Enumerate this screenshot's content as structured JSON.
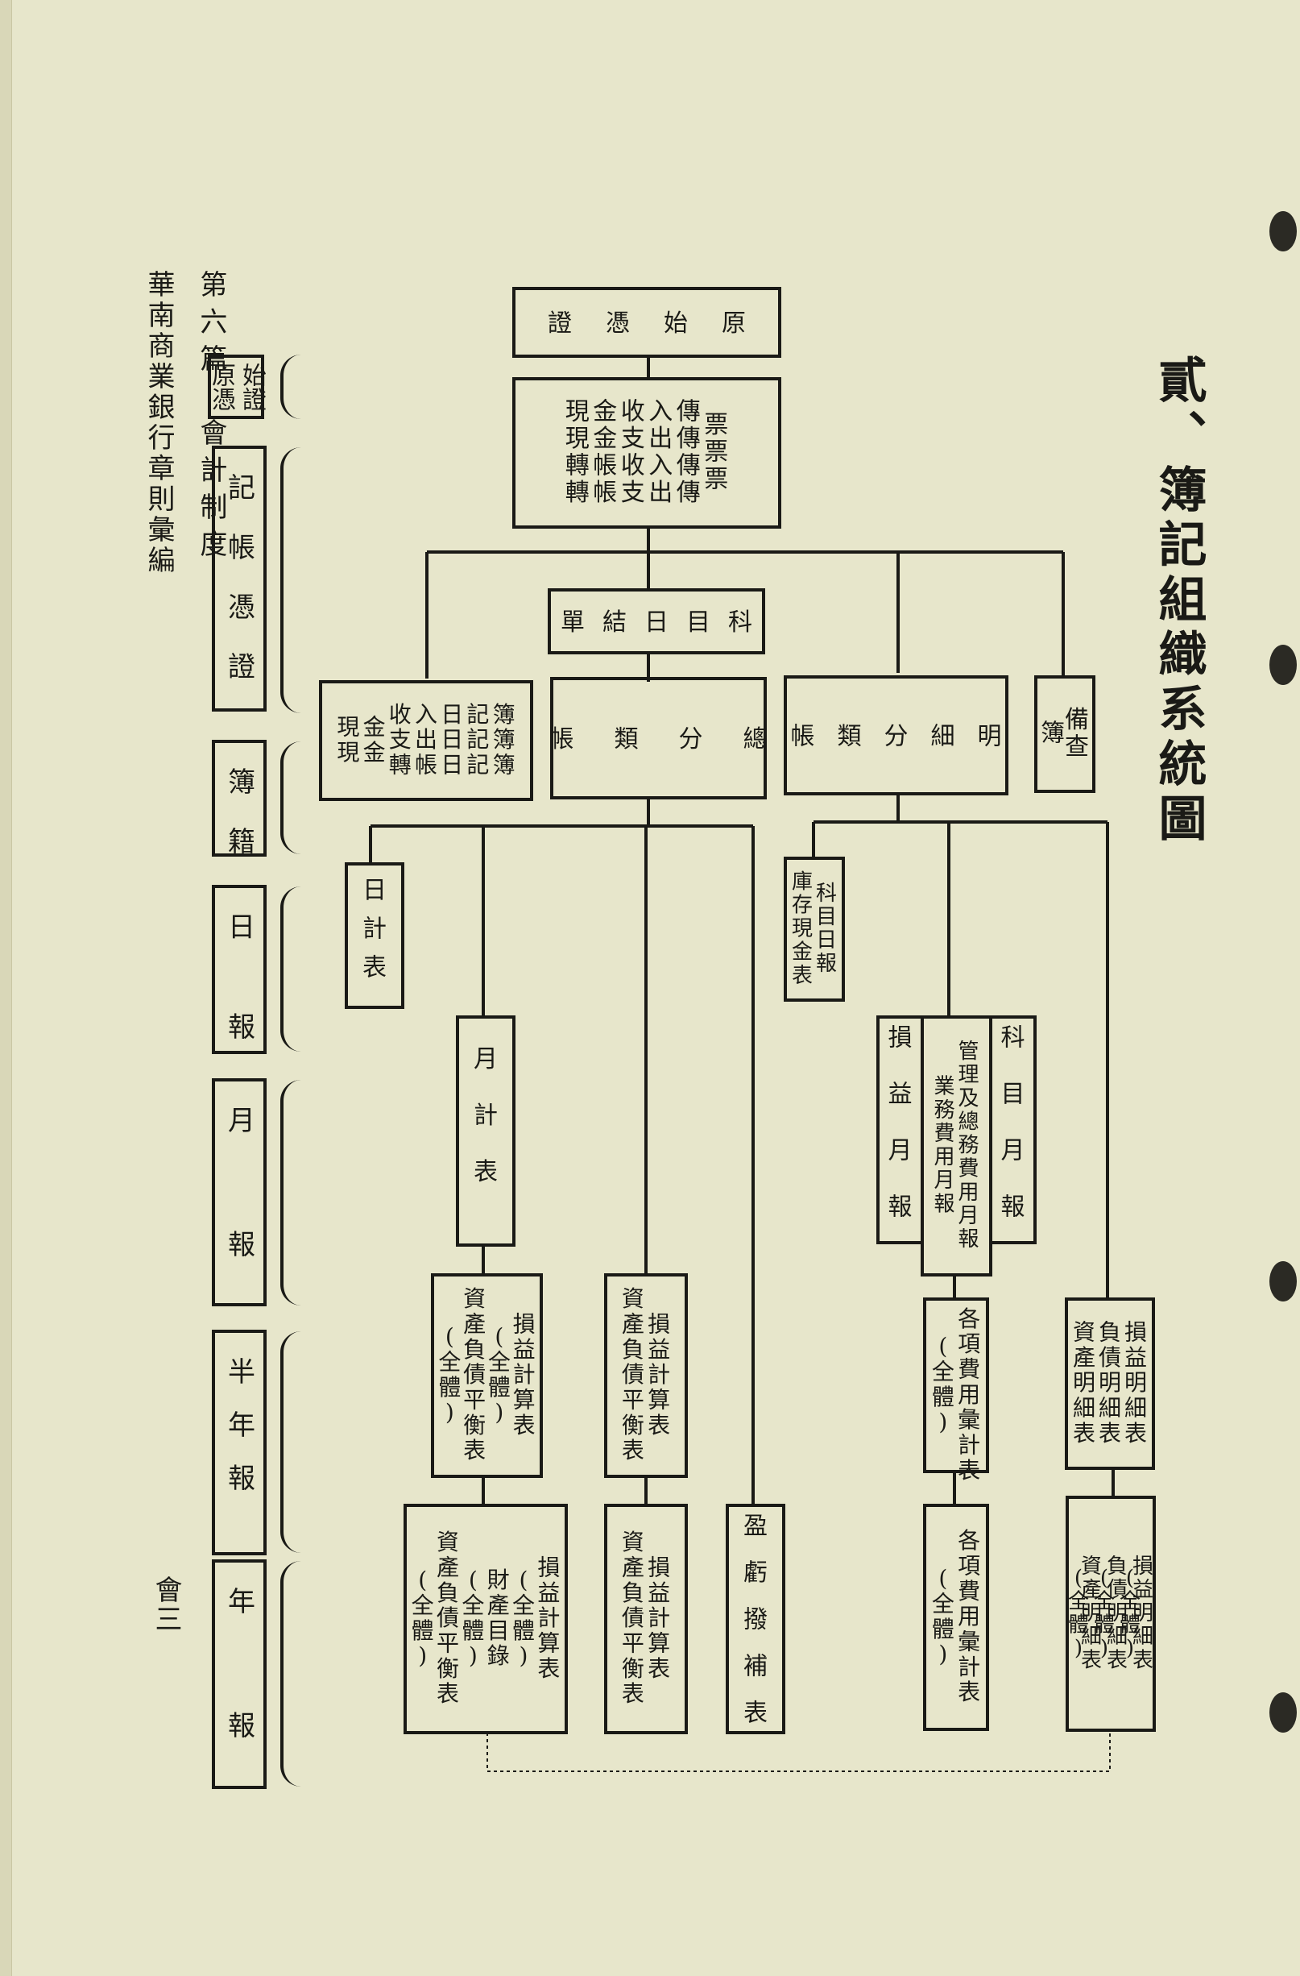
{
  "title": "貳、簿記組織系統圖",
  "running_head": [
    "華南商業銀行章則彙編",
    "第六篇　會計制度"
  ],
  "page_number": "會三",
  "side_labels": [
    {
      "text": "原始憑證",
      "lines": [
        "始證",
        "原憑"
      ]
    },
    {
      "text": "記帳憑證"
    },
    {
      "text": "簿籍"
    },
    {
      "text": "日報"
    },
    {
      "text": "月報"
    },
    {
      "text": "半年報"
    },
    {
      "text": "年報"
    }
  ],
  "boxes": {
    "origin": [
      "原始憑證"
    ],
    "vouchers": [
      "票票票",
      "傳傳傳傳",
      "入出入出",
      "收支收支",
      "金金帳帳",
      "現現轉轉"
    ],
    "subject_daily": [
      "科目日結單"
    ],
    "journals": [
      "簿簿簿",
      "記記記",
      "日日日",
      "入出帳",
      "收支轉",
      "金金",
      "現現"
    ],
    "general_ledger": [
      "總分類帳"
    ],
    "detail_ledger": [
      "明細分類帳"
    ],
    "memo_book": [
      "備查",
      "簿"
    ],
    "daily_table": [
      "日計表"
    ],
    "subject_daily_report": [
      "科目日報",
      "庫存現金表"
    ],
    "monthly_table": [
      "月計表"
    ],
    "subject_monthly": [
      "科目月報"
    ],
    "mgmt_expense_monthly": [
      "管理及總務費用月報",
      "業務費用月報"
    ],
    "pl_monthly": [
      "損益月報"
    ],
    "semi_1": [
      "損益計算表",
      "(全體)",
      "資產負債平衡表",
      "(全體)"
    ],
    "semi_2": [
      "損益計算表",
      "資產負債平衡表"
    ],
    "semi_3": [
      "各項費用彙計表",
      "(全體)"
    ],
    "semi_4": [
      "損益明細表",
      "負債明細表",
      "資產明細表"
    ],
    "annual_1": [
      "損益計算表",
      "(全體)",
      "財產目錄",
      "(全體)",
      "資產負債平衡表",
      "(全體)"
    ],
    "annual_2": [
      "損益計算表",
      "資產負債平衡表"
    ],
    "annual_3": [
      "盈虧撥補表"
    ],
    "annual_4": [
      "各項費用彙計表",
      "(全體)"
    ],
    "annual_5": [
      "損益明細表",
      "(全體)",
      "負債明細表",
      "(全體)",
      "資產明細表",
      "(全體)"
    ]
  }
}
